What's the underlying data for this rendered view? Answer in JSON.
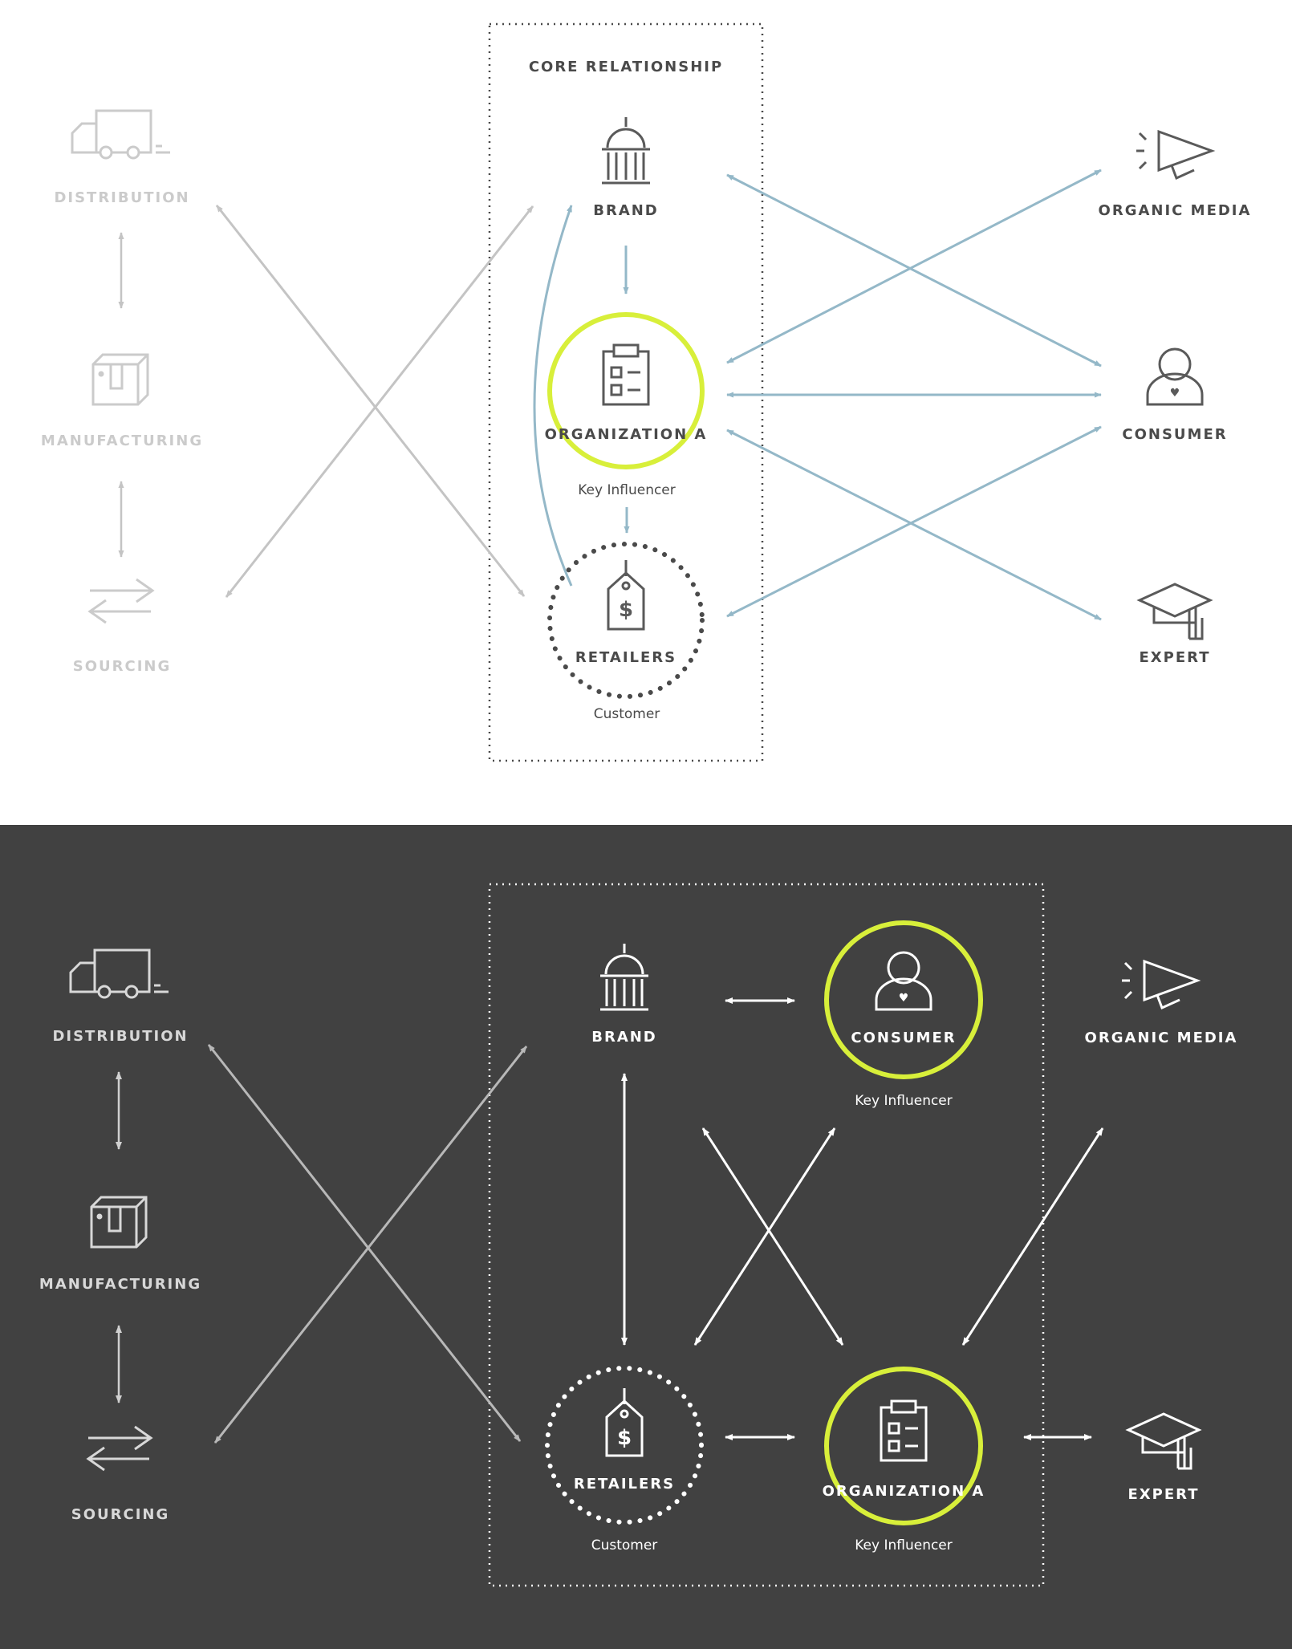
{
  "colors": {
    "top_bg": "#ffffff",
    "bottom_bg": "#414141",
    "accent_ring": "#d8ef3a",
    "arrow_blue": "#94b8c8",
    "arrow_grey_light": "#c4c4c4",
    "faded_grey": "#cbcbcb",
    "dark_text": "#4a4a4a",
    "icon_dark": "#5a5a5a",
    "white": "#ffffff",
    "light_on_dark": "#d8d8d8"
  },
  "top": {
    "title": "CORE RELATIONSHIP",
    "supply_chain": {
      "distribution": "DISTRIBUTION",
      "manufacturing": "MANUFACTURING",
      "sourcing": "SOURCING"
    },
    "core": {
      "brand": "BRAND",
      "organization": "ORGANIZATION A",
      "organization_sub": "Key Influencer",
      "retailers": "RETAILERS",
      "retailers_sub": "Customer"
    },
    "audience": {
      "organic_media": "ORGANIC MEDIA",
      "consumer": "CONSUMER",
      "expert": "EXPERT"
    }
  },
  "bottom": {
    "supply_chain": {
      "distribution": "DISTRIBUTION",
      "manufacturing": "MANUFACTURING",
      "sourcing": "SOURCING"
    },
    "core": {
      "brand": "BRAND",
      "consumer": "CONSUMER",
      "consumer_sub": "Key Influencer",
      "retailers": "RETAILERS",
      "retailers_sub": "Customer",
      "organization": "ORGANIZATION A",
      "organization_sub": "Key Influencer"
    },
    "audience": {
      "organic_media": "ORGANIC MEDIA",
      "expert": "EXPERT"
    }
  }
}
